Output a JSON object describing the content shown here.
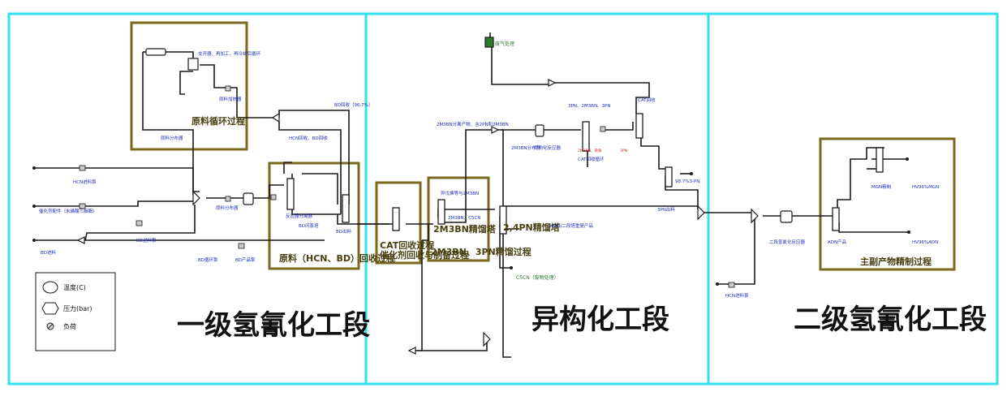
{
  "sections": {
    "first": "一级氢氰化工段",
    "iso": "异构化工段",
    "second": "二级氢氰化工段"
  },
  "boxes": {
    "raw_recycle": "原料循环过程",
    "hcn_bd_recovery": "原料（HCN、BD）回收过程",
    "cat_recovery": "CAT回收过程",
    "catalyst_prep": "催化剂回收与制备过程",
    "distill_2m3bn": "2M3BN、3PN精馏过程",
    "refine_2nd": "主副产物精制过程"
  },
  "labels": {
    "side_recycle": "支开器、再加工、再冷却后循环",
    "raw_heater": "原料加热器",
    "raw_mixer": "原料分布器",
    "hcn_feed": "HCN进料泵",
    "cat_feed": "催化剂配件（未磷酸三酯酯）",
    "bd_pump": "BD进料泵",
    "bd_feed": "BD进料",
    "bd_recycle_pump": "BD循环泵",
    "bd_product_pump": "BD产品泵",
    "mixer1": "原料分布器",
    "reactor1": "反应器分离器",
    "bd_flash": "BD闪蒸塔",
    "bd_out": "BD出料",
    "bd_recycle_top": "BD回收（96.7%）",
    "hcn_bd_out": "HCN回收、BD回收",
    "stream_2m3bn_top": "2M3BN分离产物、含2PN和2M3BN",
    "iso_reactor": "异构化反应器",
    "mix_2m3bn": "2M3BN分布器",
    "iso_col_label": "异戊烯等与2M3BN",
    "iso_mid": "3PN、2M3BN、3PN",
    "gas_vent": "废气处理",
    "c5cn_feed": "2M3BN、C5CN",
    "cat_recycle": "CAT回收循环",
    "distill_3pn": "2,4PN精馏塔",
    "red_tag1": "2M3BN、杂质",
    "red_tag2": "3PN",
    "side_3pn": "3PN出二段塔重复产品",
    "pn_ratio": "98.7%3-PN",
    "pn_out": "3PN出料",
    "c5cn_out": "C5CN（废物处理）",
    "cat_label": "CAT回收",
    "iso_2m3bn": "2M3BN精馏塔",
    "hcn_feed2": "HCN进料泵",
    "reactor2": "二段氢氰化反应器",
    "adn_out": "ADN产品",
    "mgn_out": "MGN精制",
    "hv_mgn": "HV96%MGN",
    "hv_adn": "HV96%ADN"
  },
  "legend": {
    "temp": "温度(C)",
    "pressure": "压力(bar)",
    "duty": "负荷"
  },
  "colors": {
    "frame": "#2fe0f0",
    "box": "#7a6a1e",
    "line": "#1a1a1a"
  }
}
